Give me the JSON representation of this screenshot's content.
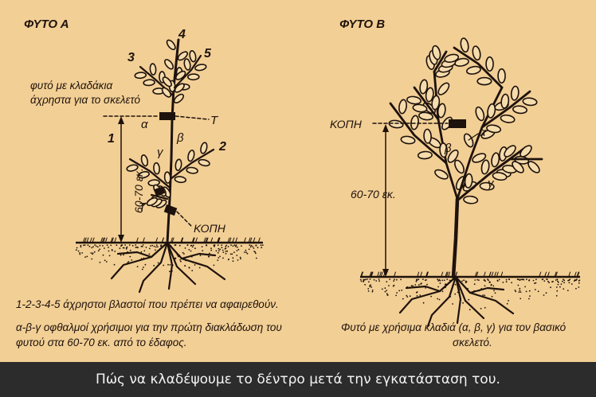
{
  "plant_a": {
    "title": "ΦΥΤΟ Α",
    "shoots": [
      "1",
      "2",
      "3",
      "4",
      "5"
    ],
    "buds": [
      "α",
      "β",
      "γ"
    ],
    "marker_t": "Τ",
    "label_useless": [
      "φυτό με κλαδάκια",
      "άχρηστα για το σκελετό"
    ],
    "height": "60-70 εκ.",
    "cut": "ΚΟΠΗ",
    "note_shoots": "1-2-3-4-5 άχρηστοι βλαστοί που πρέπει να αφαιρεθούν.",
    "note_buds": [
      "α-β-γ  οφθαλμοί χρήσιμοι για την πρώτη διακλάδωση του",
      "φυτού στα 60-70 εκ. από το έδαφος."
    ]
  },
  "plant_b": {
    "title": "ΦΥΤΟ Β",
    "cut": "ΚΟΠΗ",
    "height": "60-70 εκ.",
    "branches": [
      "α",
      "β",
      "γ"
    ],
    "caption": [
      "Φυτό με χρήσιμα κλαδιά (α, β, γ) για τον βασικό",
      "σκελετό."
    ]
  },
  "caption_bar": "Πώς να κλαδέψουμε το δέντρο μετά την εγκατάσταση του.",
  "colors": {
    "paper": "#f2cf95",
    "ink": "#1e120c",
    "bar": "#2c2c2c",
    "bar_text": "#f4f4f4"
  }
}
